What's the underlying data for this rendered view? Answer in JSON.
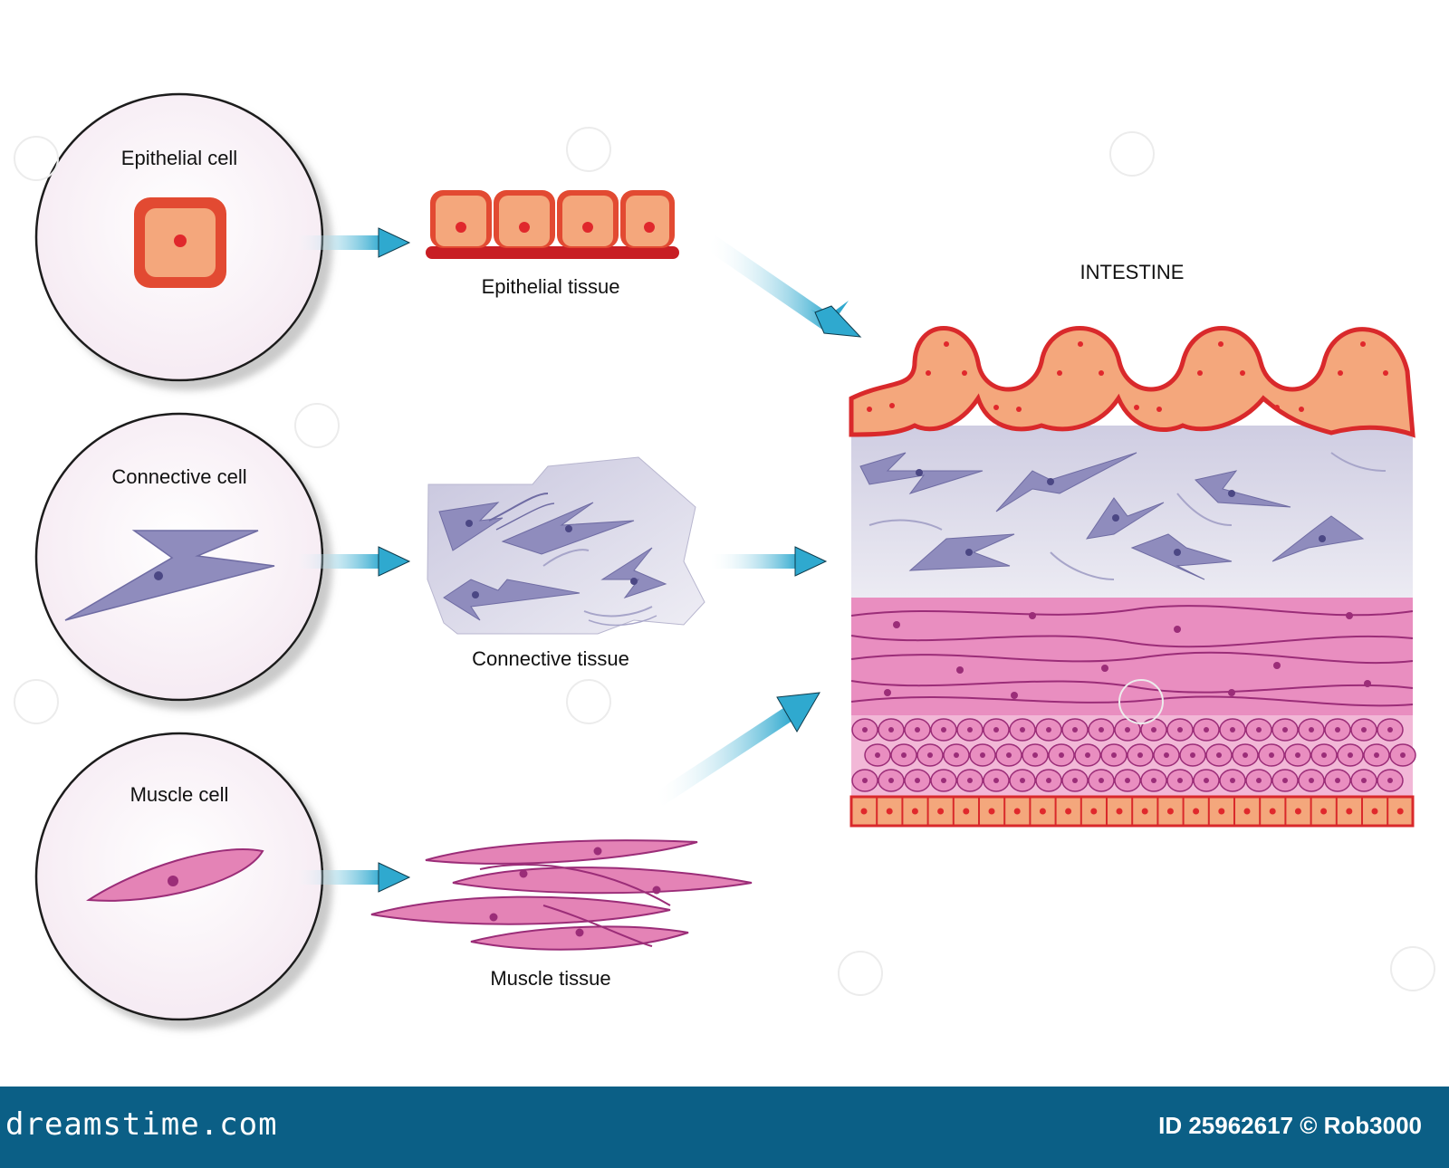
{
  "diagram": {
    "cells": {
      "epithelial": "Epithelial cell",
      "connective": "Connective cell",
      "muscle": "Muscle cell"
    },
    "tissues": {
      "epithelial": "Epithelial tissue",
      "connective": "Connective tissue",
      "muscle": "Muscle tissue"
    },
    "organ": "INTESTINE"
  },
  "footer": {
    "brand": "dreamstime.com",
    "stock_info": "ID 25962617 © Rob3000"
  },
  "colors": {
    "epithelial_fill": "#f4a77c",
    "epithelial_border": "#d9292b",
    "nucleus": "#e0282c",
    "connective_fill": "#8f8cbd",
    "connective_bg": "#dddcea",
    "muscle_fill": "#e483b6",
    "muscle_stroke": "#9b2d78",
    "arrow": "#3fb5d6",
    "footer_bg": "#0b5f86"
  }
}
